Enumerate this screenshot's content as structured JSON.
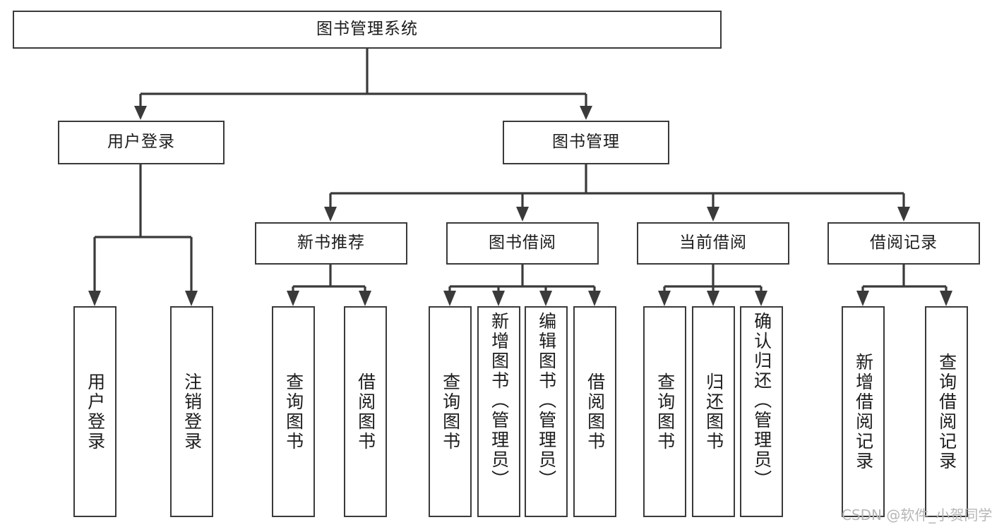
{
  "diagram": {
    "type": "tree",
    "title": "图书管理系统",
    "root": {
      "label": "图书管理系统"
    },
    "level2": [
      {
        "label": "用户登录"
      },
      {
        "label": "图书管理"
      }
    ],
    "level3": [
      {
        "label": "新书推荐"
      },
      {
        "label": "图书借阅"
      },
      {
        "label": "当前借阅"
      },
      {
        "label": "借阅记录"
      }
    ],
    "leaves": {
      "user_login": [
        {
          "label": "用户登录"
        },
        {
          "label": "注销登录"
        }
      ],
      "new_book_recommend": [
        {
          "label": "查询图书"
        },
        {
          "label": "借阅图书"
        }
      ],
      "book_borrow": [
        {
          "label": "查询图书"
        },
        {
          "label": "新增图书（管理员）"
        },
        {
          "label": "编辑图书（管理员）"
        },
        {
          "label": "借阅图书"
        }
      ],
      "current_borrow": [
        {
          "label": "查询图书"
        },
        {
          "label": "归还图书"
        },
        {
          "label": "确认归还（管理员）"
        }
      ],
      "borrow_record": [
        {
          "label": "新增借阅记录"
        },
        {
          "label": "查询借阅记录"
        }
      ]
    }
  },
  "watermark": {
    "text": "CSDN @软件_小贺同学"
  },
  "colors": {
    "stroke": "#3a3a3a",
    "background": "#ffffff",
    "text": "#1c1c1c",
    "watermark": "#b6b6b6"
  }
}
